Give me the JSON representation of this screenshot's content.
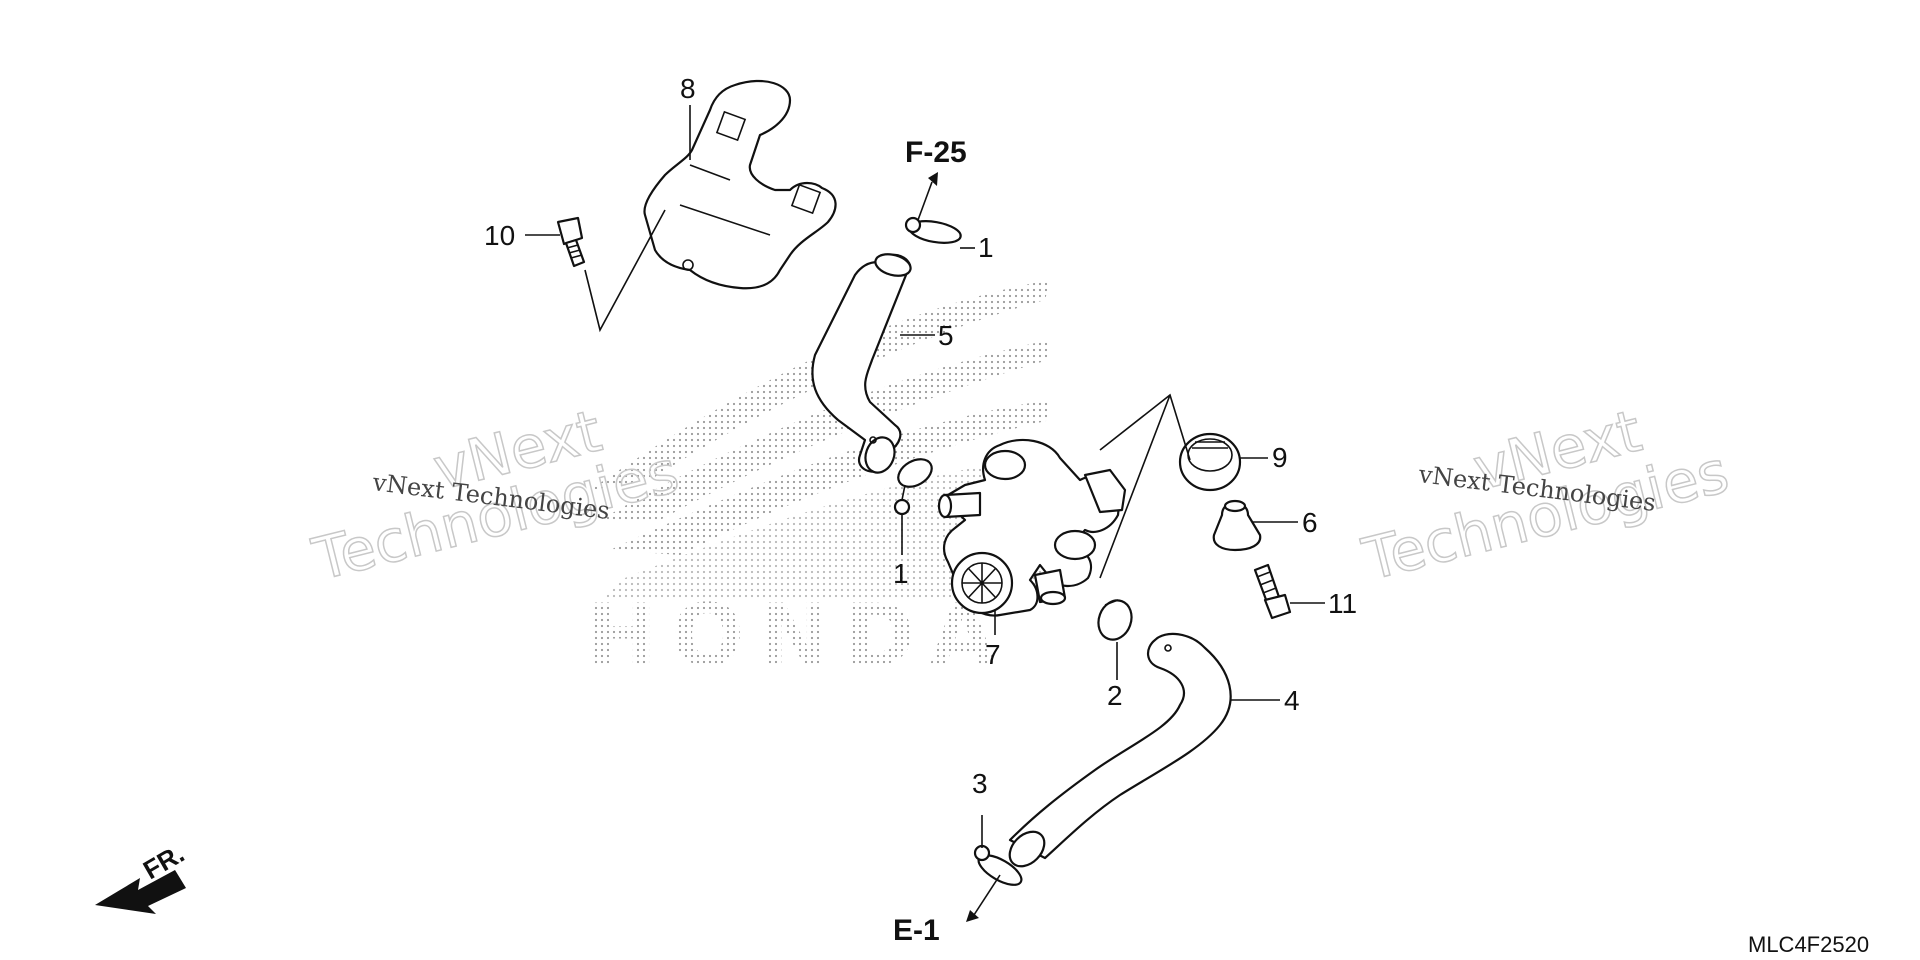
{
  "diagram": {
    "part_labels": {
      "p1a": "1",
      "p1b": "1",
      "p2": "2",
      "p3": "3",
      "p4": "4",
      "p5": "5",
      "p6": "6",
      "p7": "7",
      "p8": "8",
      "p9": "9",
      "p10": "10",
      "p11": "11"
    },
    "references": {
      "top": "F-25",
      "bottom": "E-1"
    },
    "direction": "FR.",
    "diagram_code": "MLC4F2520",
    "watermark": {
      "large_line1": "vNext",
      "large_line2": "Technologies",
      "small": "vNext Technologies"
    },
    "background_logo": "HONDA"
  }
}
